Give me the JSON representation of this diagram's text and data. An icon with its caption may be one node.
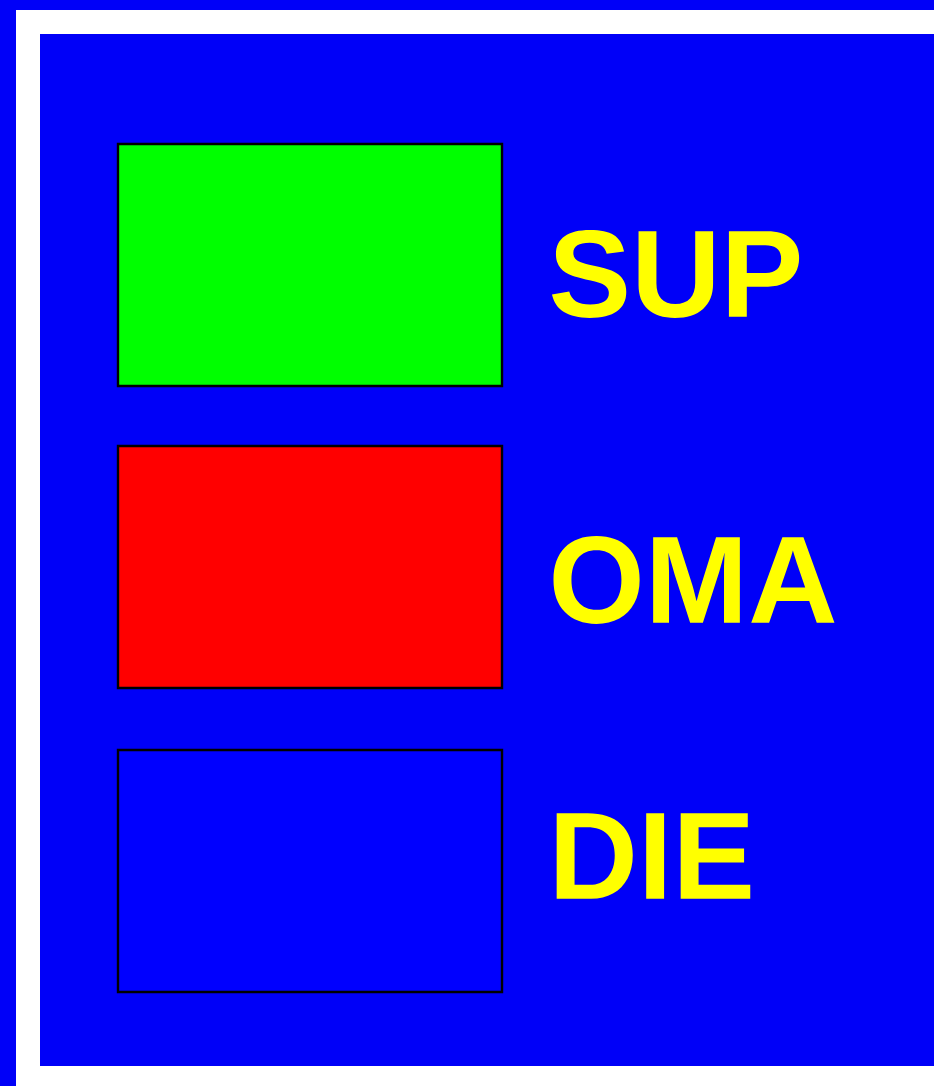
{
  "diagram": {
    "legend": [
      {
        "text": "SUP",
        "color": "#00ff00"
      },
      {
        "text": "OMA",
        "color": "#ff0000"
      },
      {
        "text": "DIE",
        "color": "#0000ff"
      }
    ]
  }
}
